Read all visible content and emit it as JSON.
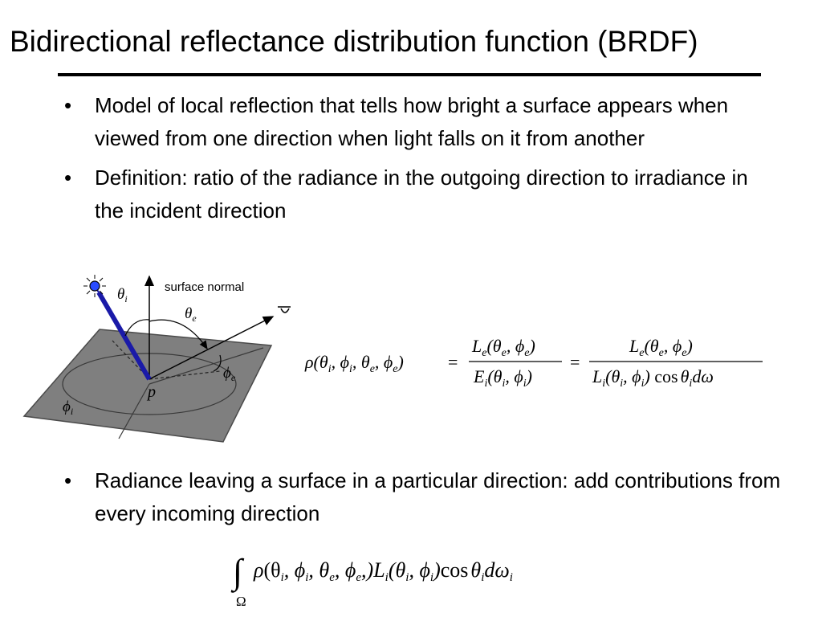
{
  "slide": {
    "title": "Bidirectional reflectance distribution function (BRDF)",
    "bullet_char": "•",
    "bullets": [
      "Model of local reflection that tells how bright a surface appears when viewed from one direction when light falls on it from another",
      "Definition: ratio of the radiance in the outgoing direction to irradiance in the incident direction"
    ],
    "bullet_lower": "Radiance leaving a surface in a particular direction: add contributions from every incoming direction"
  },
  "figure": {
    "surface_normal_label": "surface normal",
    "theta_i": "θ",
    "theta_e": "θ",
    "phi_e": "ϕ",
    "phi_i": "ϕ",
    "sub_i": "i",
    "sub_e": "e",
    "point_label": "p",
    "colors": {
      "plane": "#808080",
      "plane_edge": "#4a4a4a",
      "light_ray": "#1a1aa8",
      "light_source": "#2a4cff"
    }
  },
  "equation1": {
    "lhs": "ρ(θ",
    "lhs_rest": ", ϕ",
    "equals": "=",
    "num1": "L",
    "den1": "E",
    "num2": "L",
    "den2": "L",
    "cos": "cos",
    "d_omega": "dω"
  },
  "equation2": {
    "integral": "∫",
    "domain": "Ω",
    "rho": "ρ",
    "L": "L",
    "cos": "cos",
    "d_omega": "dω"
  }
}
